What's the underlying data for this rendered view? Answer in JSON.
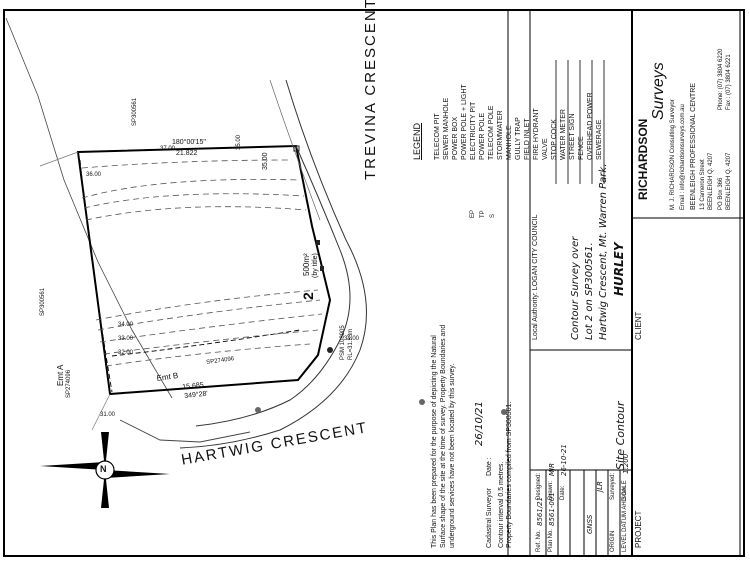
{
  "plan": {
    "lot_number": "2",
    "area": "500m²",
    "area_note": "(by title)",
    "street_west": "HARTWIG CRESCENT",
    "street_east": "TREVINA CRESCENT",
    "easement_a": "Emt A",
    "easement_a_ref": "SP274096",
    "easement_b": "Emt B",
    "easement_b_ref": "SP274096",
    "sp_top": "SP300561",
    "sp_left": "SP300561",
    "bearing_top": "180°00'15\"",
    "dist_top": "21.822",
    "bearing_bottom": "349°28'",
    "dist_bottom": "15.685",
    "dist_right": "35.00",
    "psm": "PSM 108905",
    "psm_rl": "RL=31.33m",
    "contours": [
      "37.00",
      "36.00",
      "35.00",
      "34.00",
      "33.00",
      "32.00",
      "31.00"
    ]
  },
  "legend": {
    "title": "LEGEND",
    "items": [
      "TELECOM PIT",
      "SEWER MANHOLE",
      "POWER BOX",
      "POWER POLE + LIGHT",
      "ELECTRICITY PIT",
      "POWER POLE",
      "TELECOM POLE",
      "STORMWATER",
      "MANHOLE",
      "GULLY TRAP",
      "FIELD INLET",
      "FIRE HYDRANT",
      "VALVE",
      "STOP COCK",
      "WATER METER",
      "STREET SIGN",
      "FENCE",
      "OVERHEAD POWER",
      "SEWERAGE"
    ],
    "codes": [
      "EP",
      "TP",
      "S"
    ]
  },
  "notes": {
    "text": "This Plan has been prepared for the purpose of depicting the Natural Surface shape of the site at the time of survey. Property Boundaries and underground services have not been located by this survey.",
    "signature_label": "Cadastral Surveyor",
    "date_label": "Date :",
    "date_value": "26/10/21",
    "contour_interval": "Contour interval 0.5 metres.",
    "boundaries": "Property Boundaries compiled from SP300561."
  },
  "title_block": {
    "project_label": "PROJECT",
    "project_value": "Site Contour",
    "client_label": "CLIENT",
    "client_value": "HURLEY",
    "description": [
      "Contour Survey over",
      "Lot 2 on SP300561.",
      "Hartwig Crescent, Mt. Warren Park."
    ],
    "local_authority": "Local Authority: LOGAN CITY COUNCIL",
    "level_datum": "LEVEL DATUM AHD der",
    "scale_label": "SCALE",
    "scale_value": "1:200",
    "origin_label": "ORIGIN",
    "origin_value": "GNSS",
    "surveyed_label": "Surveyed:",
    "surveyed_value": "JLR",
    "date_label": "Date:",
    "date_value": "26-10-21",
    "drawn_label": "Drawn:",
    "drawn_value": "MJR",
    "plan_no_label": "Plan No.",
    "plan_no_value": "8561-001",
    "ref_no_label": "Ref. No.",
    "ref_no_value": "8561/21",
    "designed_label": "Designed:"
  },
  "company": {
    "name_line1": "RICHARDSON",
    "name_line2": "Surveys",
    "surveyor": "M. J. RICHARDSON Consulting Surveyor",
    "email": "Email : info@richardsonsurveys.com.au",
    "centre": "BEENLEIGH PROFESSIONAL CENTRE",
    "street": "13 Cameron Street",
    "suburb": "BEENLEIGH Q. 4207",
    "po": "PO Box 366",
    "po_suburb": "BEENLEIGH Q. 4207",
    "phone": "Phone: (07) 3804 6220",
    "fax": "Fax : (07) 3804 6221"
  },
  "north": "N"
}
